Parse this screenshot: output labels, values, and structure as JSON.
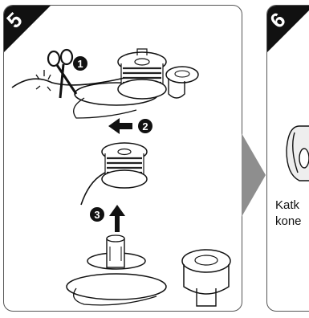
{
  "steps": {
    "left": {
      "number": "5"
    },
    "right": {
      "number": "6"
    }
  },
  "callouts": [
    "1",
    "2",
    "3"
  ],
  "right_panel_text": {
    "line1": "Katk",
    "line2": "kone"
  },
  "colors": {
    "badge": "#111111",
    "panel_border": "#555555",
    "step_arrow": "#8e8e8e"
  }
}
